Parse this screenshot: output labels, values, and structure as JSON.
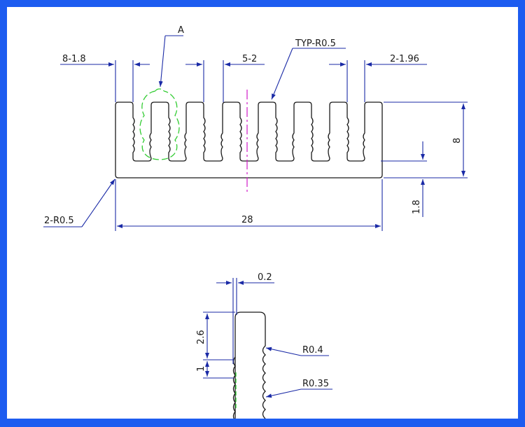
{
  "colors": {
    "border": "#1d5cf0",
    "sheet": "#ffffff",
    "dimension_line": "#1a2aa6",
    "outline": "#1a1a1a",
    "detail_marker": "#33cc33",
    "center_line": "#d01cc8"
  },
  "top_view": {
    "label_detail_a": "A",
    "label_fin_count": "8-1.8",
    "label_slot": "5-2",
    "label_typ_radius": "TYP-R0.5",
    "label_end_fins": "2-1.96",
    "label_height": "8",
    "label_base": "1.8",
    "label_corner_radius": "2-R0.5",
    "label_width": "28"
  },
  "detail_view": {
    "label_tooth": "0.2",
    "label_top": "2.6",
    "label_pitch": "1",
    "label_r1": "R0.4",
    "label_r2": "R0.35"
  }
}
